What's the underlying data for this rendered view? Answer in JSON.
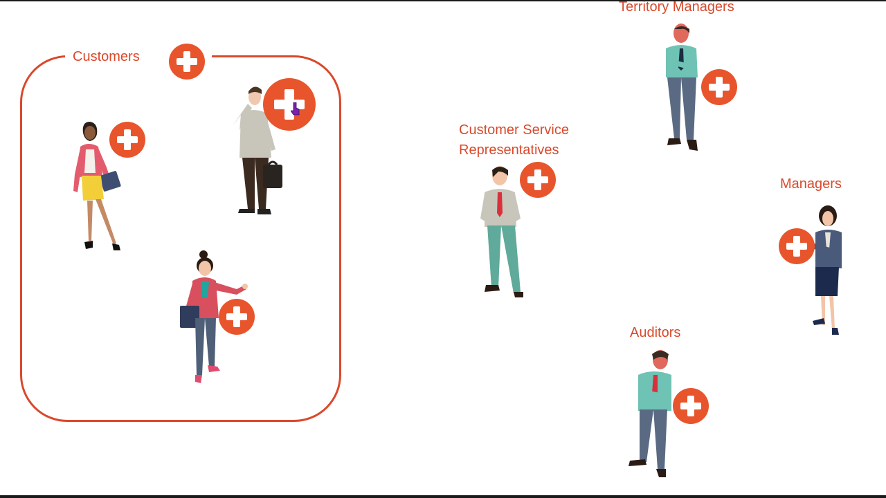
{
  "groups": {
    "customers": {
      "label": "Customers"
    }
  },
  "roles": {
    "territory_managers": "Territory Managers",
    "customer_service": [
      "Customer Service",
      "Representatives"
    ],
    "managers": "Managers",
    "auditors": "Auditors"
  },
  "colors": {
    "accent": "#e8552c",
    "label": "#d9492b",
    "border": "#d9492b"
  },
  "icons": {
    "add": "plus-circle-icon",
    "cursor": "hand-pointer-icon"
  }
}
